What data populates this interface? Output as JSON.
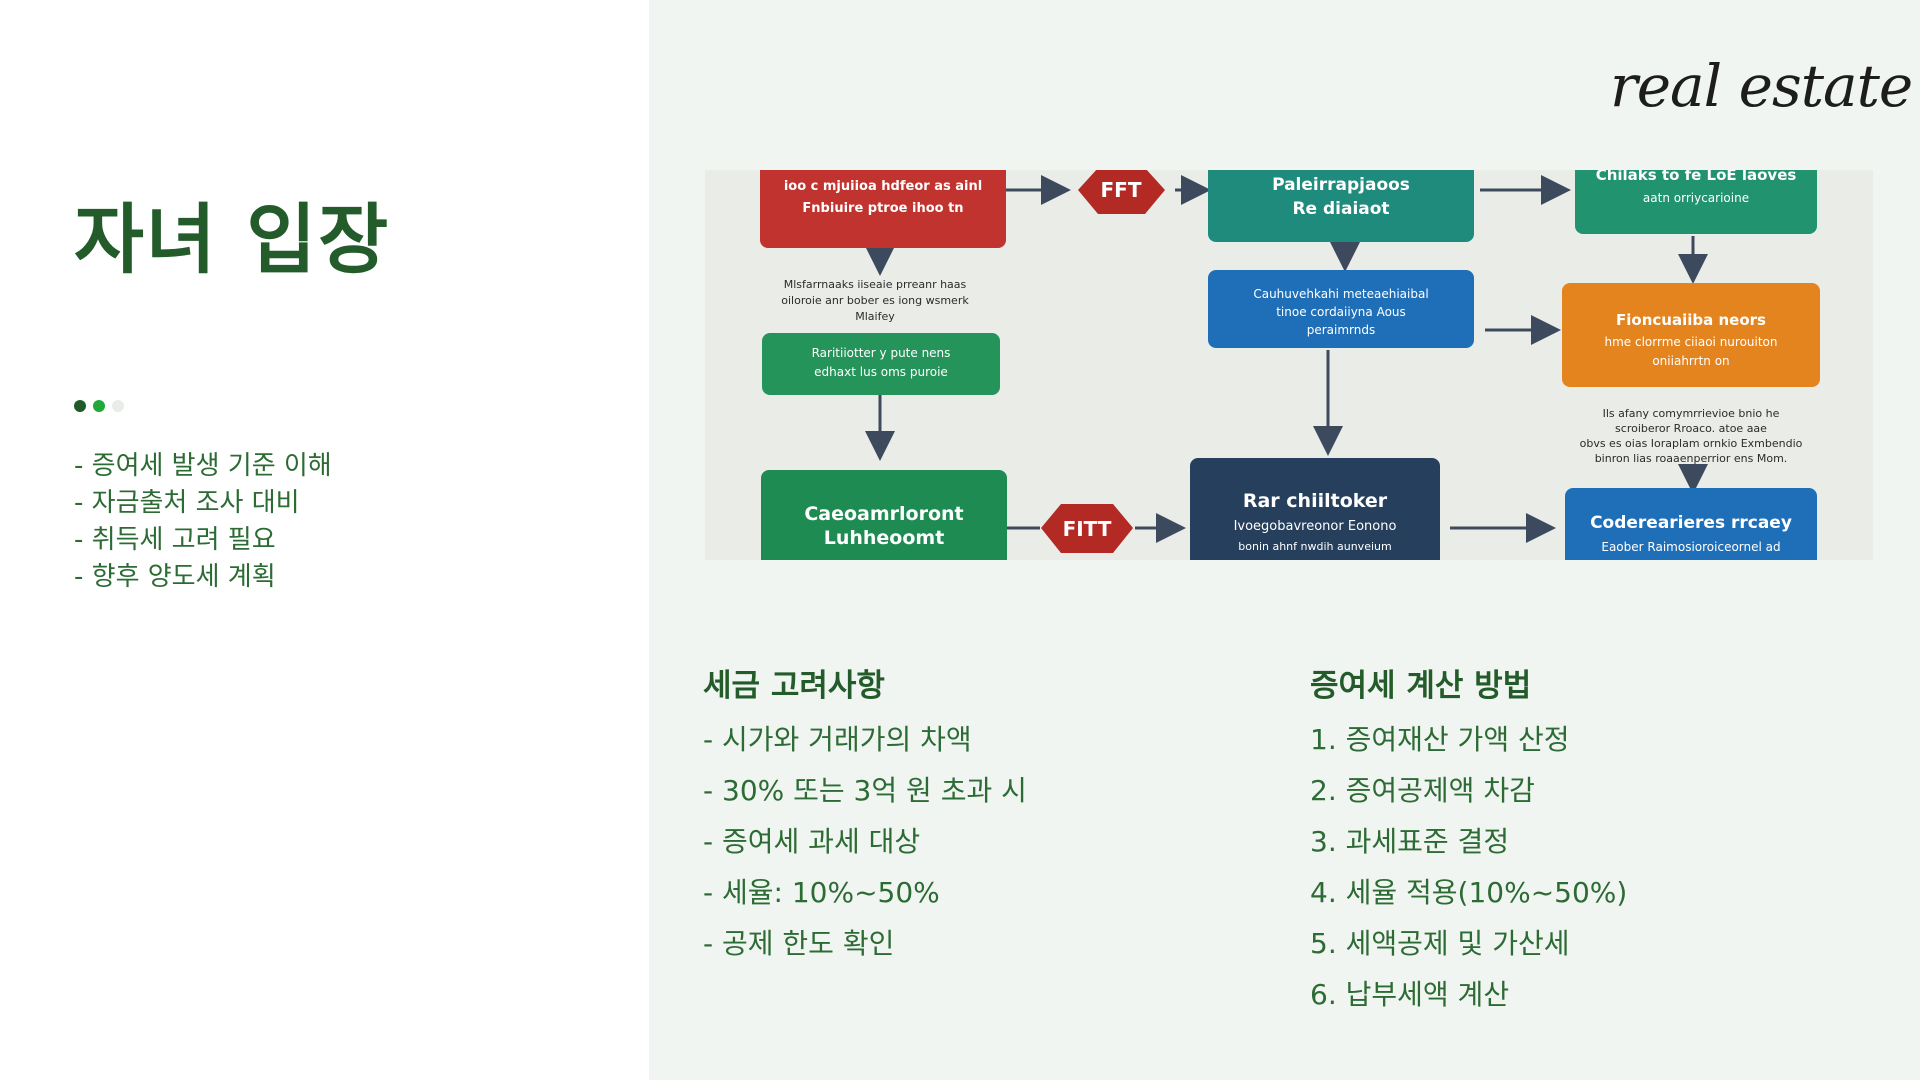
{
  "slide": {
    "title": "자녀 입장",
    "logo_text": "real estate",
    "accent_color": "#235c2a",
    "dots": [
      {
        "color": "#1f5a28"
      },
      {
        "color": "#22a83a"
      },
      {
        "color": "#e9ece9"
      }
    ],
    "left_items": [
      "- 증여세 발생 기준 이해",
      "- 자금출처 조사 대비",
      "- 취득세 고려 필요",
      "- 향후 양도세 계획"
    ]
  },
  "flowchart": {
    "boxes": [
      {
        "lines": [
          "ioo c mjuiioa hdfeor as ainl",
          "Fnbiuire ptroe ihoo tn"
        ],
        "color": "#c0332f"
      },
      {
        "lines": [
          "FFT"
        ],
        "color": "#b32a25"
      },
      {
        "lines": [
          "Paleirrapjaoos",
          "Re diaiaot"
        ],
        "color": "#1f8b7d"
      },
      {
        "lines": [
          "Chilaks to fe LoE laoves",
          "aatn orriycarioine"
        ],
        "color": "#21936e"
      },
      {
        "lines": [
          "Mlsfarrnaaks iiseaie prreanr haas",
          "oiloroie anr bober es iong wsmerk",
          "Mlaifey"
        ],
        "color": "#eaece8"
      },
      {
        "lines": [
          "Cauhuvehkahi meteaehiaibal",
          "tinoe cordaiiyna Aous",
          "peraimrnds"
        ],
        "color": "#1f6fb8"
      },
      {
        "lines": [
          "Fioncuaiiba neors",
          "hme clorrme ciiaoi nurouiton",
          "oniiahrrtn on"
        ],
        "color": "#e4841f"
      },
      {
        "lines": [
          "Raritiiotter y pute nens",
          "edhaxt lus oms puroie"
        ],
        "color": "#25945a"
      },
      {
        "lines": [
          "Ils afany comymrrievioe bnio he",
          "scroiberor Rroaco. atoe aae",
          "obvs es oias Ioraplam ornkio Exmbendio",
          "binron lias roaaenperrior ens Mom."
        ],
        "color": "#eaece8"
      },
      {
        "lines": [
          "Caeoamrloront",
          "Luhheoomt"
        ],
        "color": "#1e8c52"
      },
      {
        "lines": [
          "FITT"
        ],
        "color": "#b32a25"
      },
      {
        "lines": [
          "Rar chiiltoker",
          "Ivoegobavreonor Eonono",
          "bonin ahnf nwdih aunveium"
        ],
        "color": "#263f5c"
      },
      {
        "lines": [
          "Coderearieres rrcaey",
          "Eaober Raimosioroiceornel ad"
        ],
        "color": "#1f6fb8"
      }
    ]
  },
  "tax_considerations": {
    "title": "세금 고려사항",
    "items": [
      "- 시가와 거래가의 차액",
      "- 30% 또는 3억 원 초과 시",
      "- 증여세 과세 대상",
      "- 세율: 10%~50%",
      "- 공제 한도 확인"
    ]
  },
  "gift_tax_method": {
    "title": "증여세 계산 방법",
    "items": [
      "1. 증여재산 가액 산정",
      "2. 증여공제액 차감",
      "3. 과세표준 결정",
      "4. 세율 적용(10%~50%)",
      "5. 세액공제 및 가산세",
      "6. 납부세액 계산"
    ]
  }
}
